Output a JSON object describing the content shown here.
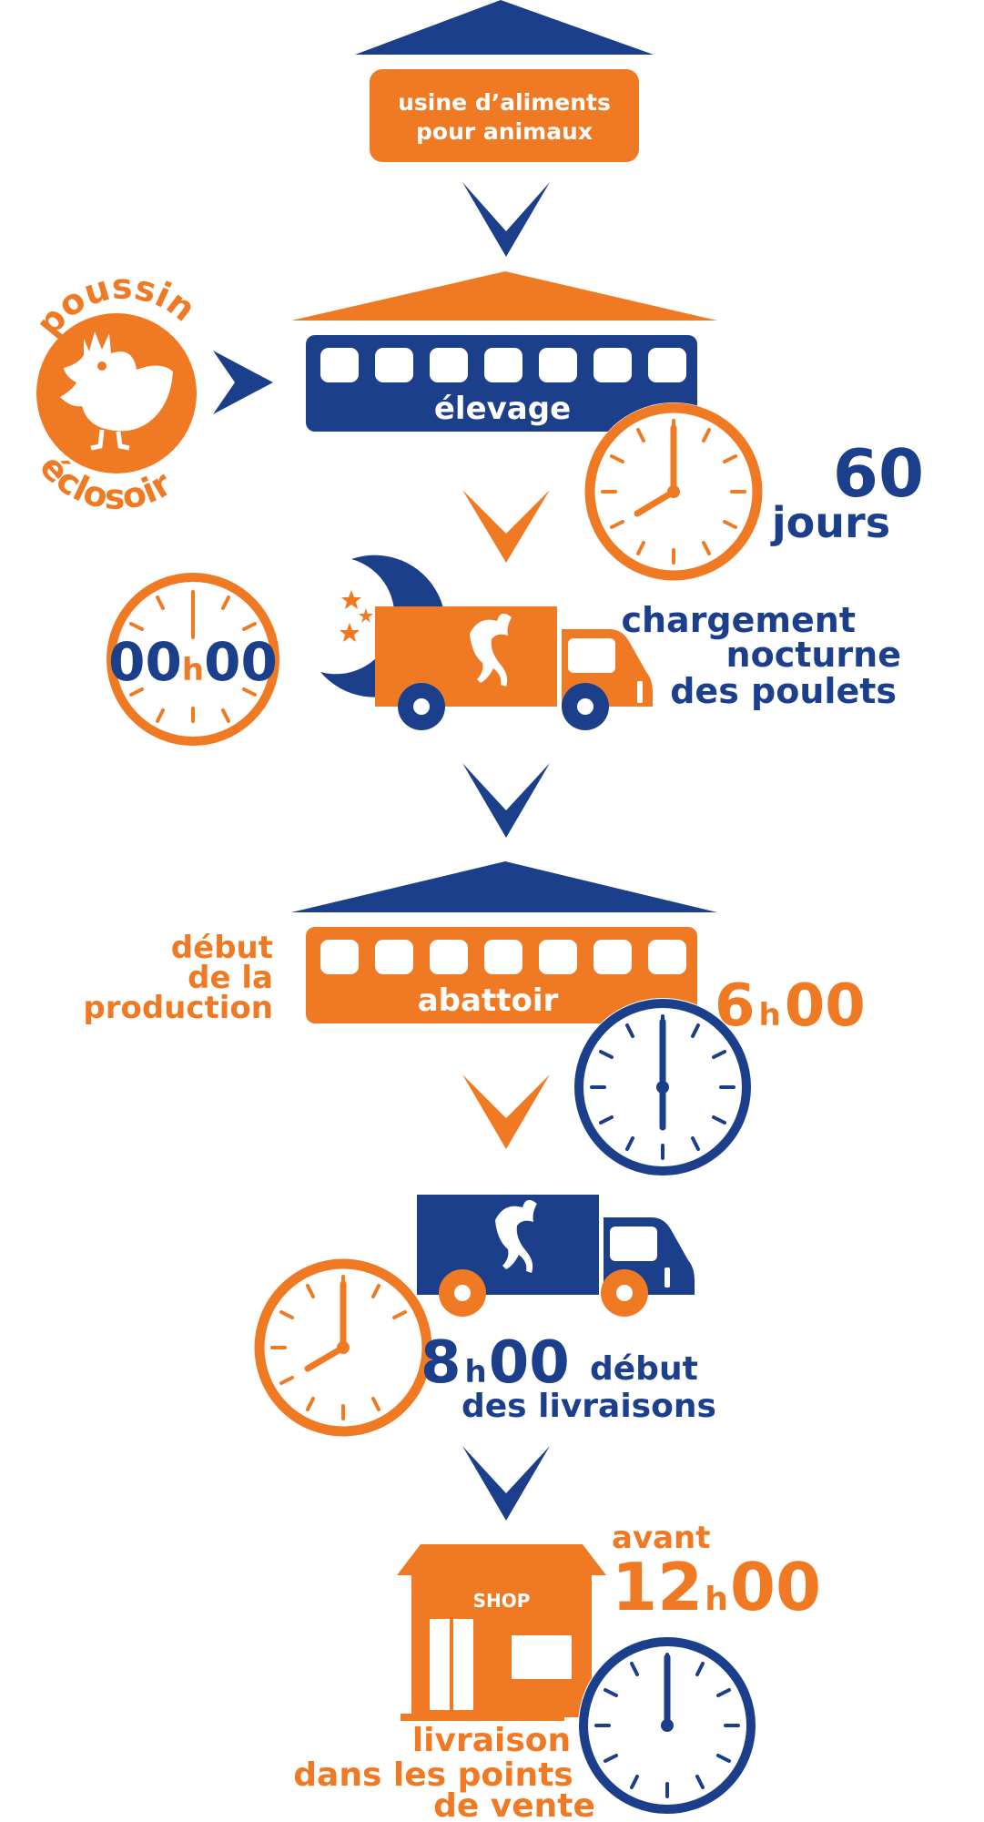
{
  "colors": {
    "orange": "#F07A24",
    "blue": "#1B3F8B",
    "white": "#ffffff"
  },
  "feed_mill": {
    "label_line1": "usine d’aliments",
    "label_line2": "pour animaux"
  },
  "hatchery": {
    "top": "poussin",
    "bottom": "éclosoir",
    "icon": "chick-icon"
  },
  "farm": {
    "label": "élevage",
    "clock_time": "8:00",
    "duration_number": "60",
    "duration_unit": "jours"
  },
  "loading": {
    "time_hours": "00",
    "time_sep": "h",
    "time_minutes": "00",
    "line1": "chargement",
    "line2": "nocturne",
    "line3": "des poulets",
    "icons": [
      "moon-icon",
      "stars-icon",
      "truck-icon"
    ]
  },
  "slaughterhouse": {
    "label": "abattoir",
    "start_line1": "début",
    "start_line2": "de la",
    "start_line3": "production",
    "time_hours": "6",
    "time_sep": "h",
    "time_minutes": "00",
    "clock_time": "6:00"
  },
  "delivery": {
    "time_hours": "8",
    "time_sep": "h",
    "time_minutes": "00",
    "line1": "début",
    "line2": "des livraisons",
    "clock_time": "8:00"
  },
  "shop": {
    "sign": "SHOP",
    "before": "avant",
    "time_hours": "12",
    "time_sep": "h",
    "time_minutes": "00",
    "clock_time": "12:00",
    "line1": "livraison",
    "line2": "dans les points",
    "line3": "de vente"
  }
}
